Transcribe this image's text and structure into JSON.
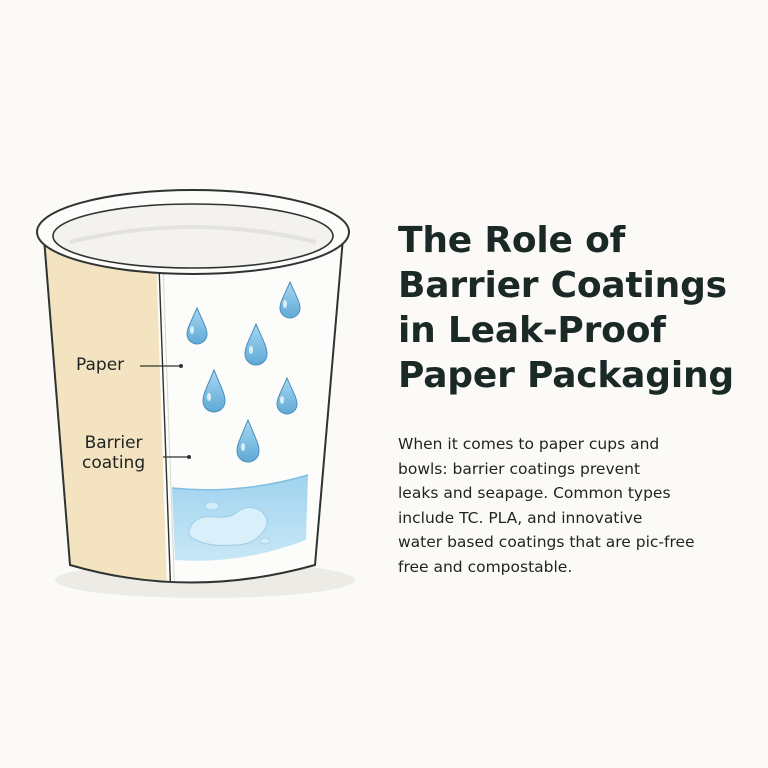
{
  "labels": {
    "paper": "Paper",
    "barrier": [
      "Barrier",
      "coating"
    ]
  },
  "title": [
    "The Role of",
    "Barrier Coatings",
    "in Leak-Proof",
    "Paper Packaging"
  ],
  "description": [
    "When it comes to paper cups and",
    "bowls: barrier coatings prevent",
    "leaks and seapage. Common types",
    "include TC. PLA, and innovative",
    "water based coatings that are pic-free",
    "free and compostable."
  ],
  "colors": {
    "background": "#fbfaf6",
    "paper_layer": "#f3e3c0",
    "cup_interior": "#fcfcfa",
    "water_drop": "#8cc7e6",
    "water_pool": "#a9d8f0",
    "outline": "#2e3432",
    "text": "#1b2926"
  }
}
